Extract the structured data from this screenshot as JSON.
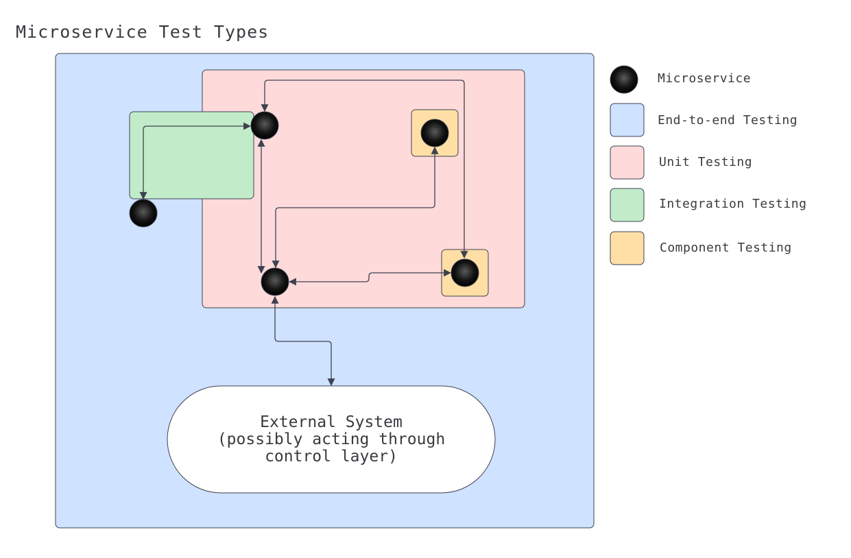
{
  "title": "Microservice Test Types",
  "external_system": {
    "line1": "External System",
    "line2": "(possibly acting through",
    "line3": "control layer)"
  },
  "legend": [
    {
      "label": "Microservice",
      "color": "#000000"
    },
    {
      "label": "End-to-end Testing",
      "color": "#cfe2ff"
    },
    {
      "label": "Unit Testing",
      "color": "#ffdadb"
    },
    {
      "label": "Integration Testing",
      "color": "#c2ecc9"
    },
    {
      "label": "Component Testing",
      "color": "#ffdfa6"
    }
  ]
}
